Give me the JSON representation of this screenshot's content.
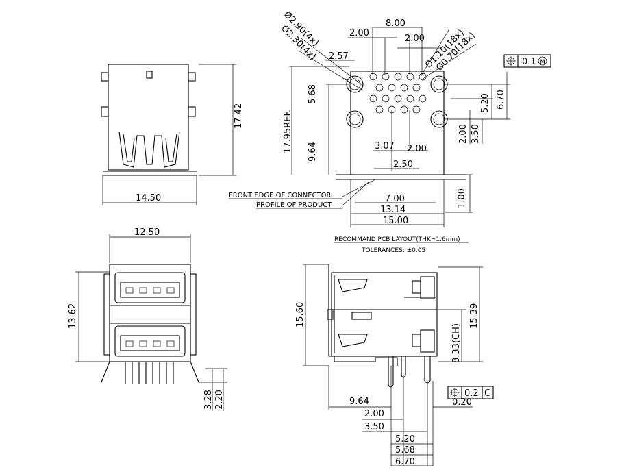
{
  "views": {
    "top": {
      "width": "14.50",
      "height": "17.42"
    },
    "front": {
      "width": "12.50",
      "height": "13.62",
      "lead_a": "3.28",
      "lead_b": "2.20"
    },
    "pcb": {
      "hole_big_a": "Ø2.90(4x)",
      "hole_big_b": "Ø2.30(4x)",
      "hole_med": "Ø1.10(18x)",
      "hole_small": "Ø0.70(18x)",
      "d_800": "8.00",
      "d_200a": "2.00",
      "d_200b": "2.00",
      "d_257": "2.57",
      "d_568": "5.68",
      "d_1795": "17.95REF.",
      "d_964": "9.64",
      "d_520": "5.20",
      "d_670": "6.70",
      "d_350": "3.50",
      "d_200c": "2.00",
      "d_307": "3.07",
      "d_200d": "2.00",
      "d_250": "2.50",
      "d_700": "7.00",
      "d_1314": "13.14",
      "d_1500": "15.00",
      "d_100": "1.00",
      "front_edge": "FRONT EDGE OF CONNECTOR",
      "profile": "PROFILE OF PRODUCT",
      "tolerance_box": "0.1",
      "tolerance_mod": "M",
      "title": "RECOMMAND PCB LAYOUT(THK=1.6mm)",
      "tolerances": "TOLERANCES: ±0.05"
    },
    "side": {
      "height_total": "15.60",
      "height_b": "15.39",
      "ch": "8.33(CH)",
      "d_964": "9.64",
      "d_200": "2.00",
      "d_350": "3.50",
      "d_520": "5.20",
      "d_568": "5.68",
      "d_670": "6.70",
      "d_020": "0.20",
      "tol_value": "0.2",
      "tol_ref": "C"
    }
  }
}
